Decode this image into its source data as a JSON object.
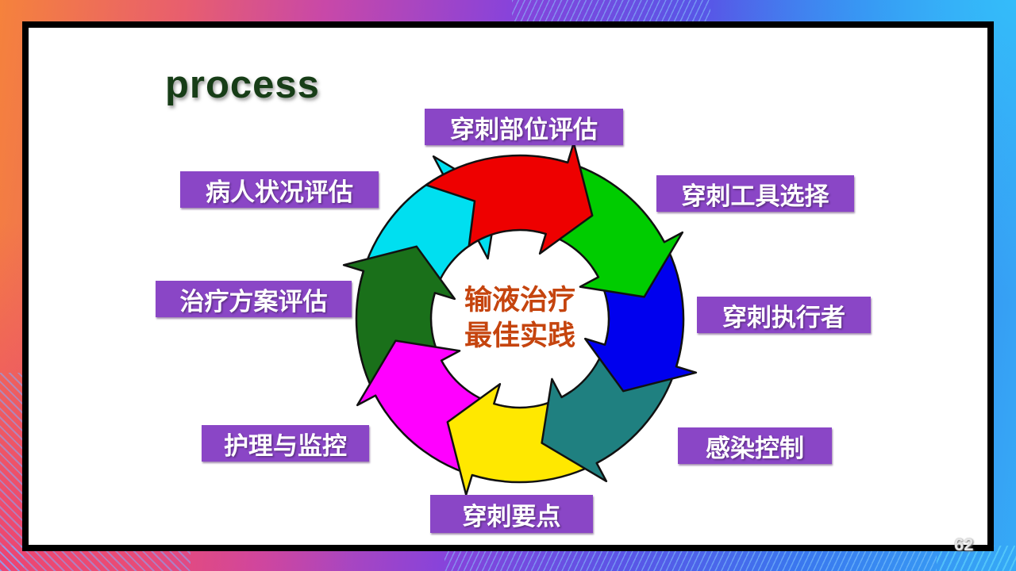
{
  "slide": {
    "title": "process",
    "page_number": "62",
    "center_text": {
      "line1": "输液治疗",
      "line2": "最佳实践"
    },
    "labels": [
      {
        "id": "puncture-site-assessment",
        "text": "穿刺部位评估"
      },
      {
        "id": "puncture-tool-selection",
        "text": "穿刺工具选择"
      },
      {
        "id": "puncture-performer",
        "text": "穿刺执行者"
      },
      {
        "id": "infection-control",
        "text": "感染控制"
      },
      {
        "id": "puncture-key-points",
        "text": "穿刺要点"
      },
      {
        "id": "care-and-monitoring",
        "text": "护理与监控"
      },
      {
        "id": "treatment-plan-assessment",
        "text": "治疗方案评估"
      },
      {
        "id": "patient-condition-assessment",
        "text": "病人状况评估"
      }
    ],
    "diagram": {
      "type": "cycle",
      "direction": "clockwise",
      "arrows": [
        {
          "position": "top",
          "name": "red",
          "color": "#EE0000"
        },
        {
          "position": "top-right",
          "name": "green",
          "color": "#00CC00"
        },
        {
          "position": "right",
          "name": "blue",
          "color": "#0000EE"
        },
        {
          "position": "bottom-right",
          "name": "teal",
          "color": "#1F8080"
        },
        {
          "position": "bottom",
          "name": "yellow",
          "color": "#FFE800"
        },
        {
          "position": "bottom-left",
          "name": "magenta",
          "color": "#FF00FF"
        },
        {
          "position": "left",
          "name": "dark-green",
          "color": "#1A701A"
        },
        {
          "position": "top-left",
          "name": "cyan",
          "color": "#00DFF0"
        }
      ]
    },
    "colors": {
      "label_bg": "#8A46C6",
      "label_text": "#FFFFFF",
      "title_color": "#173D17",
      "center_text_color": "#C5440E"
    }
  }
}
